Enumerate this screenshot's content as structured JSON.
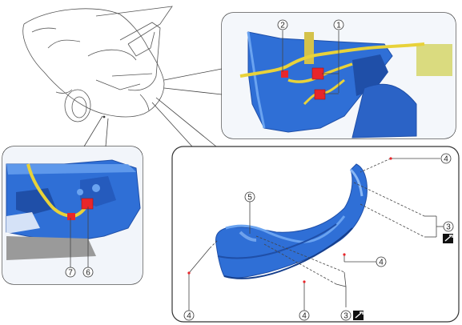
{
  "callouts": {
    "c1": "1",
    "c2": "2",
    "c3a": "3",
    "c3b": "3",
    "c4a": "4",
    "c4b": "4",
    "c4c": "4",
    "c4d": "4",
    "c5": "5",
    "c6": "6",
    "c7": "7"
  },
  "icons": {
    "tool_symbol": "wrench-reference-icon",
    "connector": "connector-icon",
    "clip": "clip-icon"
  },
  "colors": {
    "part_blue": "#2f6fd6",
    "part_blue_dark": "#1f4fa8",
    "part_blue_light": "#6aa3f0",
    "harness_yellow": "#e8d23a",
    "connector_red": "#e8262a",
    "frame": "#333333",
    "leader": "#444444"
  }
}
